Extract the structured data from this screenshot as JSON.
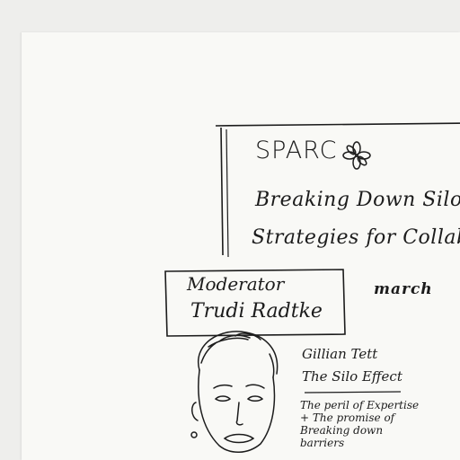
{
  "header": {
    "logo_text": "SPARC",
    "title_line1": "Breaking Down Silo",
    "title_line2": "Strategies for Collab",
    "date": "march"
  },
  "moderator": {
    "label": "Moderator",
    "name": "Trudi Radtke"
  },
  "speaker": {
    "name": "Gillian Tett",
    "book": "The Silo Effect",
    "topic_lines": [
      "The peril of Expertise",
      "+ The promise of",
      "Breaking down",
      "barriers"
    ]
  },
  "icons": {
    "logo_mark": "asterisk-flower-icon"
  },
  "colors": {
    "paper": "#f9f9f6",
    "background": "#eeeeec",
    "ink": "#1c1c1c"
  }
}
